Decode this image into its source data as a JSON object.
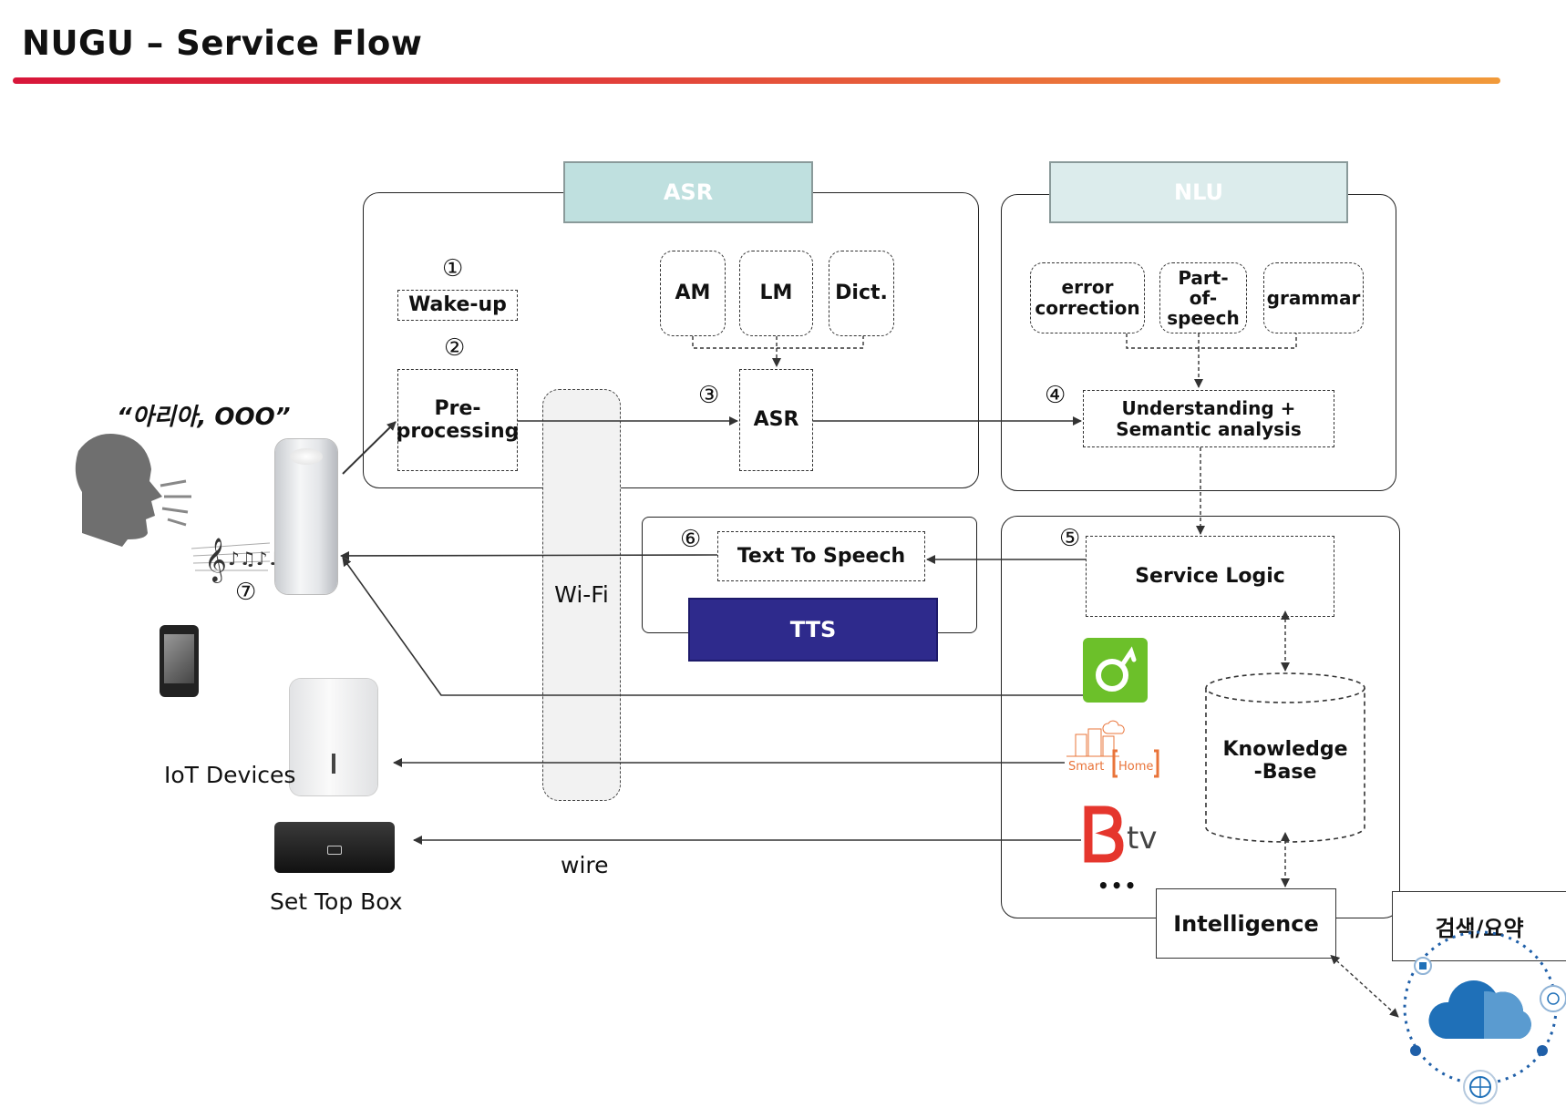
{
  "header": {
    "title": "NUGU – Service Flow"
  },
  "asr": {
    "header": "ASR",
    "wake_step": "①",
    "wake_label": "Wake-up",
    "pre_step": "②",
    "pre_label": "Pre-\nprocessing",
    "am": "AM",
    "lm": "LM",
    "dict": "Dict.",
    "asr_step": "③",
    "asr_label": "ASR"
  },
  "nlu": {
    "header": "NLU",
    "error": "error\ncorrection",
    "pos": "Part-\nof-\nspeech",
    "grammar": "grammar",
    "understand_step": "④",
    "understand": "Understanding +\nSemantic analysis"
  },
  "service": {
    "step": "⑤",
    "logic": "Service Logic",
    "knowledge": "Knowledge\n-Base",
    "intelligence": "Intelligence",
    "search": "검색/요약",
    "ellipsis": "•••",
    "smart_home_logo": "Smart Home",
    "btv_logo": "B tv"
  },
  "tts": {
    "step": "⑥",
    "text_to_speech": "Text To Speech",
    "label": "TTS"
  },
  "devices": {
    "utterance": "“아리아, OOO”",
    "music_step": "⑦",
    "iot_label": "IoT Devices",
    "stb_label": "Set Top Box"
  },
  "network": {
    "wifi": "Wi-Fi",
    "wire": "wire"
  },
  "colors": {
    "asr_header": "#bfe0df",
    "nlu_header": "#dcecec",
    "tts": "#2e2a8c",
    "accent_line": "#d8163a"
  }
}
